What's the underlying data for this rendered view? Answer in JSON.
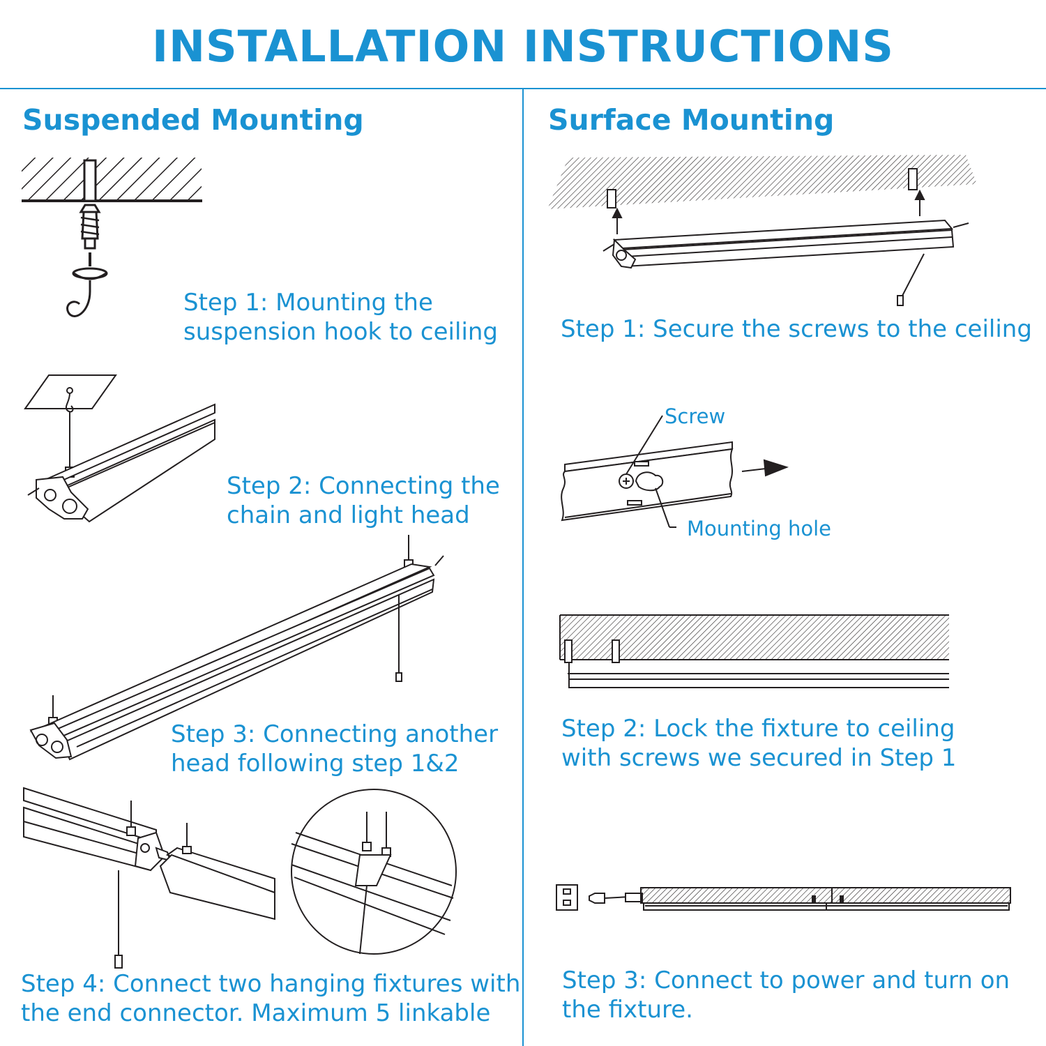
{
  "title": "INSTALLATION INSTRUCTIONS",
  "colors": {
    "accent": "#1a92d2",
    "line_art": "#231f20",
    "background": "#ffffff"
  },
  "suspended": {
    "heading": "Suspended Mounting",
    "steps": [
      "Step 1: Mounting the\nsuspension hook to ceiling",
      "Step 2: Connecting the\nchain and light head",
      "Step 3: Connecting another\nhead following step 1&2",
      "Step 4: Connect two hanging fixtures with\nthe end connector. Maximum 5 linkable"
    ]
  },
  "surface": {
    "heading": "Surface Mounting",
    "steps": [
      "Step 1: Secure the screws to the ceiling",
      "Step 2: Lock the fixture to ceiling\nwith screws we secured in Step 1",
      "Step 3: Connect to power and turn on\nthe fixture."
    ],
    "callouts": {
      "screw": "Screw",
      "mounting_hole": "Mounting hole"
    }
  }
}
